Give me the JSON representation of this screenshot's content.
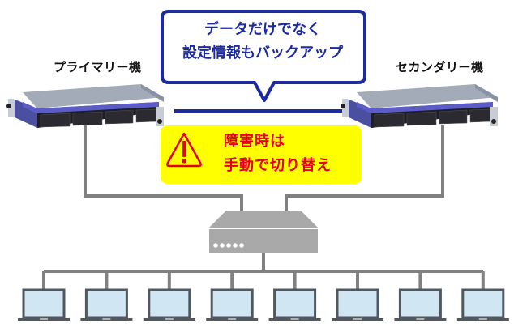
{
  "callout": {
    "line1": "データだけでなく",
    "line2": "設定情報もバックアップ"
  },
  "servers": [
    {
      "label": "プライマリー機",
      "role": "primary"
    },
    {
      "label": "セカンダリー機",
      "role": "secondary"
    }
  ],
  "warning": {
    "icon": "warning-triangle-icon",
    "line1": "障害時は",
    "line2": "手動で切り替え"
  },
  "network": {
    "switch_icon": "network-switch-icon",
    "client_icon": "laptop-icon",
    "client_count": 8
  },
  "colors": {
    "callout_border": "#1d2aa0",
    "callout_text": "#1d2aa0",
    "sync_line": "#1d2aa0",
    "warning_bg": "#ffff00",
    "warning_text": "#e2001a",
    "cable": "#808080",
    "switch_body": "#a9a9a9",
    "laptop_screen": "#d0e6f2",
    "laptop_frame": "#505860"
  }
}
